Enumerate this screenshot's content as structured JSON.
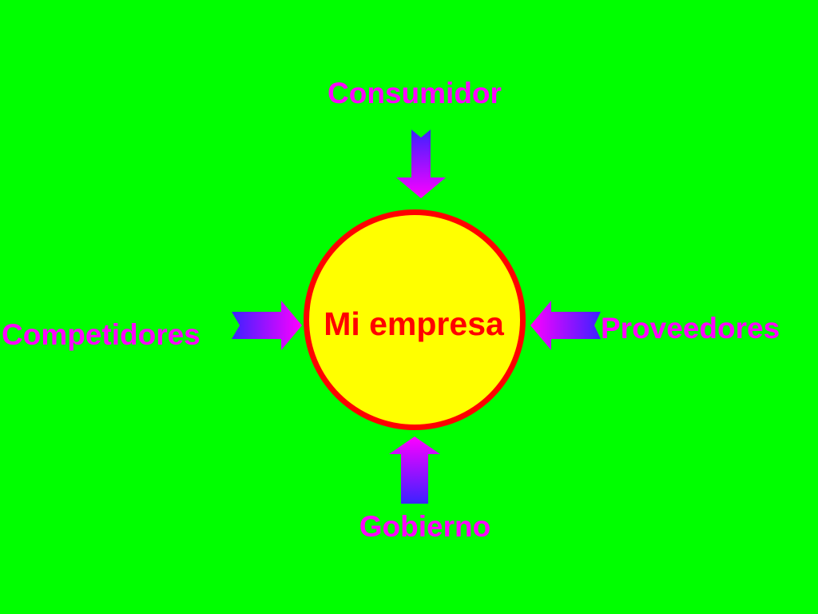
{
  "diagram": {
    "center": {
      "label": "Mi empresa"
    },
    "forces": [
      {
        "id": "top",
        "label": "Consumidor"
      },
      {
        "id": "left",
        "label": "Competidores"
      },
      {
        "id": "right",
        "label": "Proveedores"
      },
      {
        "id": "bottom",
        "label": "Gobierno"
      }
    ]
  },
  "colors": {
    "background": "#00ff00",
    "circle_fill": "#ffff00",
    "circle_border": "#ff0000",
    "center_text": "#ff0000",
    "label_text": "#ff00ff",
    "arrow_gradient_start": "#3b22ff",
    "arrow_gradient_end": "#ff00ff"
  },
  "icons": {
    "arrow": "arrow-icon"
  }
}
